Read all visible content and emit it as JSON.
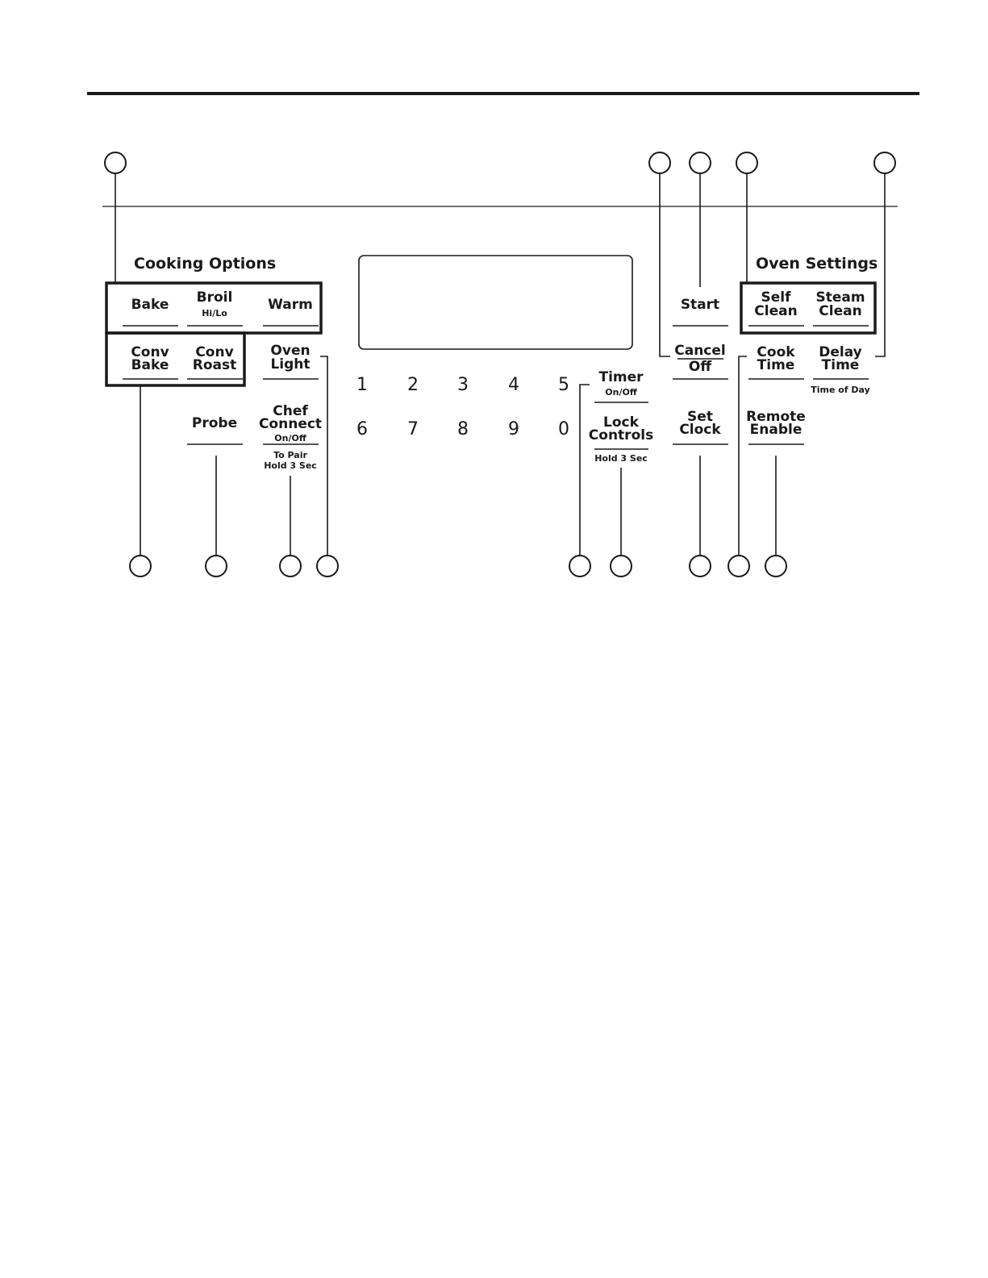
{
  "sections": {
    "cooking_options": "Cooking Options",
    "oven_settings": "Oven Settings"
  },
  "buttons": {
    "bake": "Bake",
    "broil": "Broil",
    "broil_sub": "Hi/Lo",
    "warm": "Warm",
    "conv_bake_1": "Conv",
    "conv_bake_2": "Bake",
    "conv_roast_1": "Conv",
    "conv_roast_2": "Roast",
    "oven_light_1": "Oven",
    "oven_light_2": "Light",
    "probe": "Probe",
    "chef_connect_1": "Chef",
    "chef_connect_2": "Connect",
    "chef_connect_sub": "On/Off",
    "chef_connect_note_1": "To Pair",
    "chef_connect_note_2": "Hold 3 Sec",
    "timer": "Timer",
    "timer_sub": "On/Off",
    "lock_controls_1": "Lock",
    "lock_controls_2": "Controls",
    "lock_controls_note": "Hold 3 Sec",
    "start": "Start",
    "cancel": "Cancel",
    "off": "Off",
    "set_clock_1": "Set",
    "set_clock_2": "Clock",
    "self_clean_1": "Self",
    "self_clean_2": "Clean",
    "steam_clean_1": "Steam",
    "steam_clean_2": "Clean",
    "cook_time_1": "Cook",
    "cook_time_2": "Time",
    "delay_time_1": "Delay",
    "delay_time_2": "Time",
    "delay_time_note": "Time of Day",
    "remote_enable_1": "Remote",
    "remote_enable_2": "Enable"
  },
  "keypad": {
    "row1": [
      "1",
      "2",
      "3",
      "4",
      "5"
    ],
    "row2": [
      "6",
      "7",
      "8",
      "9",
      "0"
    ]
  },
  "colors": {
    "ink": "#1a1a1a",
    "background": "#ffffff"
  }
}
